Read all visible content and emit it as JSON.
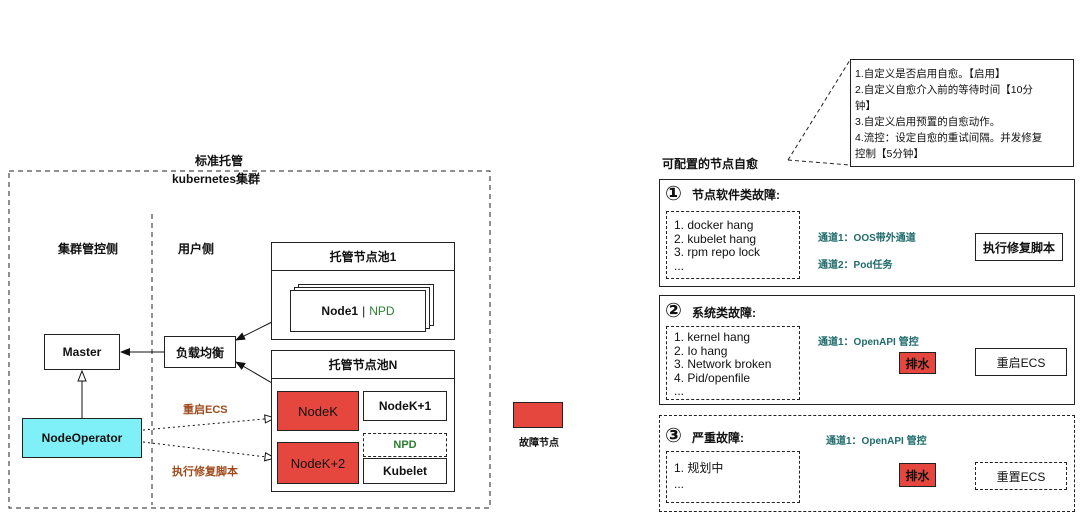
{
  "left": {
    "title_line1": "标准托管",
    "title_line2": "kubernetes集群",
    "cluster_side": "集群管控侧",
    "user_side": "用户侧",
    "master": "Master",
    "node_operator": "NodeOperator",
    "load_balancer": "负载均衡",
    "pool1": {
      "title": "托管节点池1",
      "node": "Node1",
      "separator": "|",
      "npd": "NPD"
    },
    "poolN": {
      "title": "托管节点池N",
      "nodeK": "NodeK",
      "nodeK1": "NodeK+1",
      "nodeK2": "NodeK+2",
      "npd": "NPD",
      "kubelet": "Kubelet"
    },
    "restart_ecs": "重启ECS",
    "run_repair_script": "执行修复脚本"
  },
  "legend": {
    "label": "故障节点",
    "color": "#e5473f"
  },
  "callout": {
    "lines": [
      "1.自定义是否启用自愈。【启用】",
      "2.自定义自愈介入前的等待时间【10分",
      "钟】",
      "3.自定义启用预置的自愈动作。",
      "4.流控：设定自愈的重试间隔。并发修复",
      "控制【5分钟】"
    ]
  },
  "right": {
    "title": "可配置的节点自愈",
    "section1": {
      "number": "①",
      "title": "节点软件类故障:",
      "items": [
        "1. docker hang",
        "2. kubelet hang",
        "3. rpm repo lock",
        "..."
      ],
      "channel1": "通道1：OOS带外通道",
      "channel2": "通道2：Pod任务",
      "action": "执行修复脚本"
    },
    "section2": {
      "number": "②",
      "title": "系统类故障:",
      "items": [
        "1. kernel hang",
        "2. Io hang",
        "3. Network broken",
        "4. Pid/openfile",
        "..."
      ],
      "channel1": "通道1：OpenAPI 管控",
      "drain": "排水",
      "action": "重启ECS"
    },
    "section3": {
      "number": "③",
      "title": "严重故障:",
      "items": [
        "1. 规划中",
        "..."
      ],
      "channel1": "通道1：OpenAPI 管控",
      "drain": "排水",
      "action": "重置ECS"
    }
  },
  "colors": {
    "fault_red": "#e5473f",
    "node_operator_cyan": "#7ff0f8",
    "npd_green": "#2e7d32",
    "channel_teal": "#1f6b6b",
    "arrow_label_brown": "#a04a1c"
  }
}
